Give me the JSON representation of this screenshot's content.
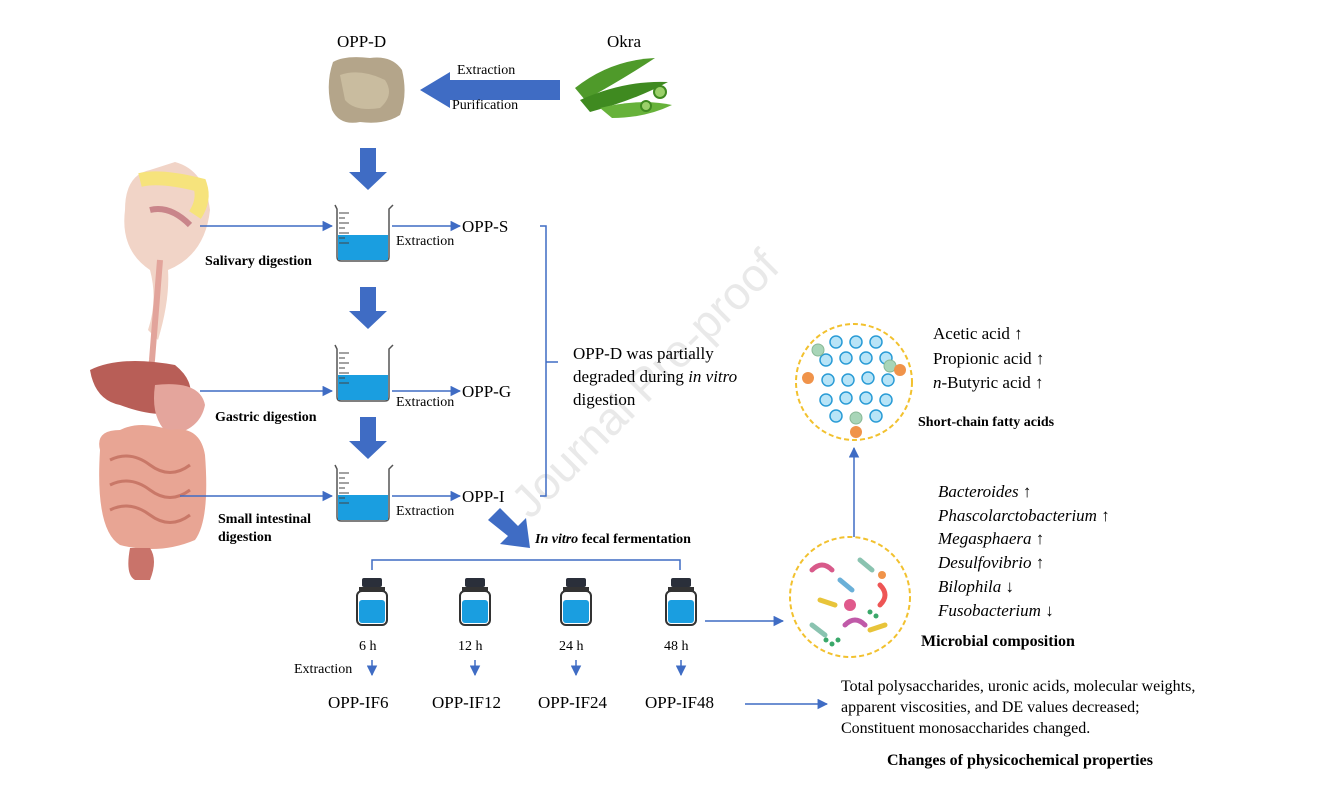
{
  "watermark": "Journal Pre-proof",
  "top": {
    "oppd_label": "OPP-D",
    "okra_label": "Okra",
    "extraction": "Extraction",
    "purification": "Purification"
  },
  "stages": [
    {
      "name": "Salivary digestion",
      "extraction": "Extraction",
      "product": "OPP-S"
    },
    {
      "name": "Gastric digestion",
      "extraction": "Extraction",
      "product": "OPP-G"
    },
    {
      "name": "Small intestinal digestion",
      "line1": "Small intestinal",
      "line2": "digestion",
      "extraction": "Extraction",
      "product": "OPP-I"
    }
  ],
  "bracket_note": {
    "line1": "OPP-D was partially",
    "line2_pre": "degraded during ",
    "line2_ital": "in vitro",
    "line3": "digestion"
  },
  "fermentation": {
    "title_ital": "In vitro",
    "title_rest": " fecal fermentation",
    "extraction": "Extraction",
    "times": [
      "6 h",
      "12 h",
      "24 h",
      "48 h"
    ],
    "products": [
      "OPP-IF6",
      "OPP-IF12",
      "OPP-IF24",
      "OPP-IF48"
    ]
  },
  "scfa": {
    "title": "Short-chain fatty acids",
    "items": [
      {
        "pre": "",
        "ital": "",
        "text": "Acetic acid ↑"
      },
      {
        "pre": "",
        "ital": "",
        "text": "Propionic acid ↑"
      },
      {
        "pre": "",
        "ital": "n",
        "text": "-Butyric acid ↑"
      }
    ]
  },
  "microbes": {
    "title": "Microbial composition",
    "items": [
      {
        "genus": "Bacteroides",
        "arrow": "↑"
      },
      {
        "genus": "Phascolarctobacterium",
        "arrow": "↑"
      },
      {
        "genus": "Megasphaera",
        "arrow": "↑"
      },
      {
        "genus": "Desulfovibrio",
        "arrow": "↑"
      },
      {
        "genus": "Bilophila",
        "arrow": "↓"
      },
      {
        "genus": "Fusobacterium",
        "arrow": "↓"
      }
    ]
  },
  "physchem": {
    "title": "Changes of physicochemical properties",
    "line1": "Total polysaccharides, uronic acids, molecular weights,",
    "line2": "apparent viscosities, and DE values decreased;",
    "line3": "Constituent monosaccharides changed."
  },
  "colors": {
    "arrow_blue": "#3f6cc4",
    "liquid": "#1a9ee0",
    "circle_border": "#f2c12e",
    "body_skin": "#f1d4c7"
  }
}
